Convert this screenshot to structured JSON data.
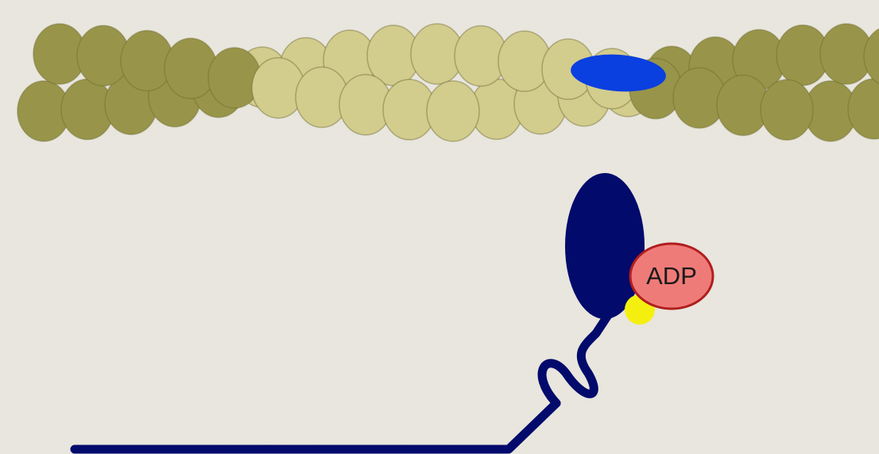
{
  "diagram": {
    "labels": {
      "adp": "ADP"
    },
    "components": {
      "actin_filament": "actin-filament",
      "binding_site": "myosin-binding-site",
      "myosin_head": "myosin-head",
      "adp_molecule": "adp-molecule",
      "phosphate": "phosphate-group",
      "neck": "myosin-neck",
      "tail": "myosin-tail"
    },
    "colors": {
      "background": "#eceae3",
      "actin_dark": "#98954a",
      "actin_light": "#d2cc8d",
      "actin_outline": "#6f6b2e",
      "binding_site": "#0a3fe0",
      "myosin": "#020a6b",
      "adp_fill": "#ef7b78",
      "adp_outline": "#b01e1e",
      "phosphate": "#f5ef10"
    }
  }
}
